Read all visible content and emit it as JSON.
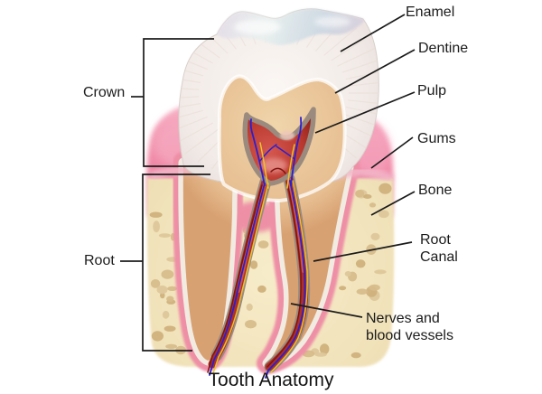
{
  "diagram": {
    "title": "Tooth Anatomy",
    "part_labels": [
      {
        "id": "enamel",
        "text": "Enamel"
      },
      {
        "id": "dentine",
        "text": "Dentine"
      },
      {
        "id": "pulp",
        "text": "Pulp"
      },
      {
        "id": "gums",
        "text": "Gums"
      },
      {
        "id": "bone",
        "text": "Bone"
      },
      {
        "id": "root-canal",
        "text": "Root Canal"
      },
      {
        "id": "nerves-blood-vessels",
        "text": "Nerves and blood vessels"
      }
    ],
    "region_labels": [
      {
        "id": "crown",
        "text": "Crown"
      },
      {
        "id": "root",
        "text": "Root"
      }
    ],
    "colors": {
      "enamel": "#f2ebe7",
      "enamel_cap": "#d8e2e8",
      "dentine": "#e6bd90",
      "pulp_red": "#b5372c",
      "pulp_lining": "#9a8b7e",
      "gums": "#f18ca9",
      "bone": "#f3e5c0",
      "bone_spots": "#d5ba88",
      "ligament_pink": "#ee8fa6",
      "cementum": "#f2ebe2",
      "vein_blue": "#2a1fd0",
      "nerve_yellow": "#e9c52f",
      "leader_line": "#1b1b1b"
    }
  }
}
